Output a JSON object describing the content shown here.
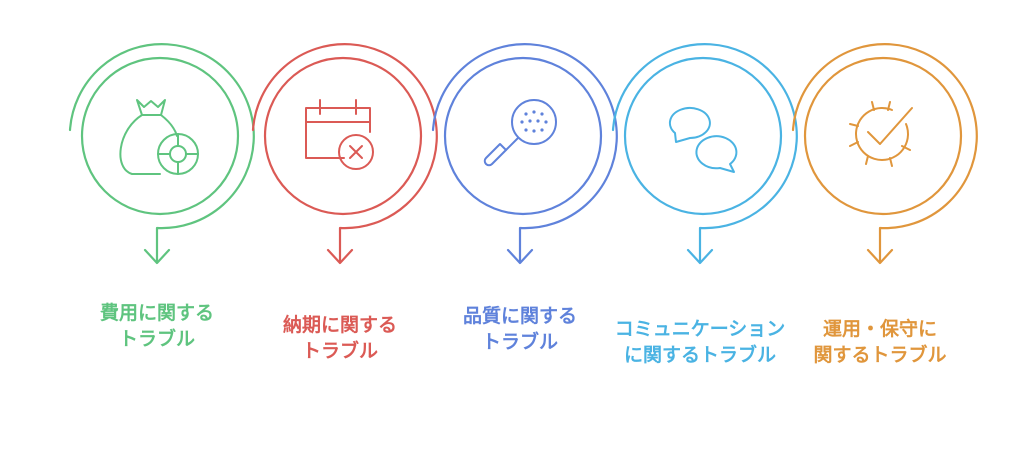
{
  "colors": {
    "cost": "#5fc47f",
    "delivery": "#db5a55",
    "quality": "#5f82db",
    "communication": "#4ab3e3",
    "operations": "#e0963c"
  },
  "steps": [
    {
      "id": "cost",
      "icon": "money-bag-icon",
      "label_line1": "費用に関する",
      "label_line2": "トラブル"
    },
    {
      "id": "delivery",
      "icon": "calendar-x-icon",
      "label_line1": "納期に関する",
      "label_line2": "トラブル"
    },
    {
      "id": "quality",
      "icon": "magnifier-icon",
      "label_line1": "品質に関する",
      "label_line2": "トラブル"
    },
    {
      "id": "communication",
      "icon": "chat-bubbles-icon",
      "label_line1": "コミュニケーション",
      "label_line2": "に関するトラブル"
    },
    {
      "id": "operations",
      "icon": "gear-check-icon",
      "label_line1": "運用・保守に",
      "label_line2": "関するトラブル"
    }
  ]
}
